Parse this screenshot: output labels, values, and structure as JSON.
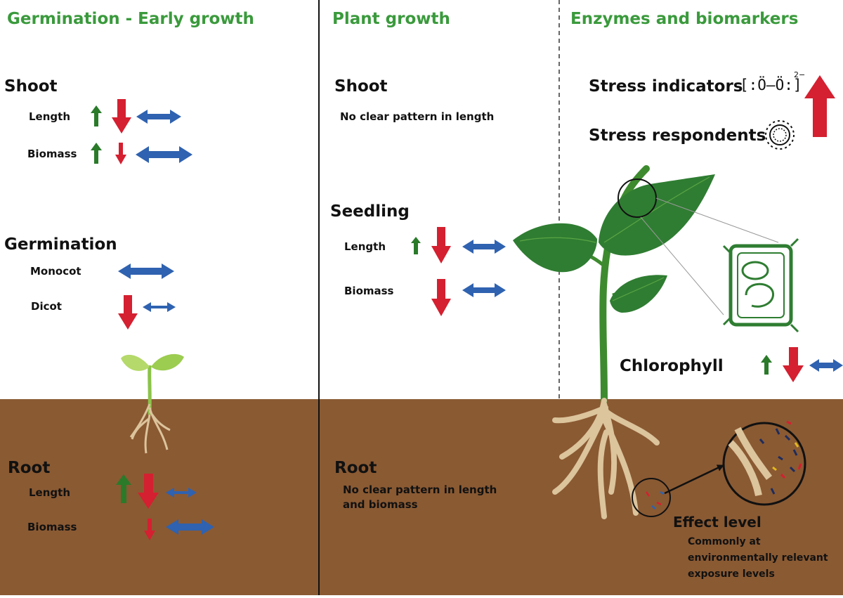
{
  "panels": {
    "germination": {
      "title": "Germination - Early growth",
      "shoot": {
        "heading": "Shoot",
        "length_label": "Length",
        "biomass_label": "Biomass"
      },
      "germination": {
        "heading": "Germination",
        "monocot_label": "Monocot",
        "dicot_label": "Dicot"
      },
      "root": {
        "heading": "Root",
        "length_label": "Length",
        "biomass_label": "Biomass"
      }
    },
    "plant_growth": {
      "title": "Plant growth",
      "shoot": {
        "heading": "Shoot",
        "note": "No clear pattern in length"
      },
      "seedling": {
        "heading": "Seedling",
        "length_label": "Length",
        "biomass_label": "Biomass"
      },
      "root": {
        "heading": "Root",
        "note_line1": "No clear pattern in length",
        "note_line2": "and biomass"
      }
    },
    "enzymes": {
      "title": "Enzymes and biomarkers",
      "stress_indicators": "Stress indicators",
      "stress_respondents": "Stress respondents",
      "superoxide_left": "[:Ö–Ö:]",
      "superoxide_charge": "2−",
      "chlorophyll": "Chlorophyll",
      "effect_level": {
        "heading": "Effect level",
        "line1": "Commonly at",
        "line2": "environmentally relevant",
        "line3": "exposure levels"
      }
    }
  },
  "colors": {
    "header_green": "#3a9a3c",
    "increase": "#2a7a2a",
    "decrease": "#d42030",
    "no_effect": "#2f62b0",
    "soil": "#8a5a33",
    "leaf": "#2f7d32",
    "root": "#dcc49c"
  },
  "legend_icons": [
    "increase-arrow-icon",
    "decrease-arrow-icon",
    "no-effect-arrow-icon"
  ]
}
